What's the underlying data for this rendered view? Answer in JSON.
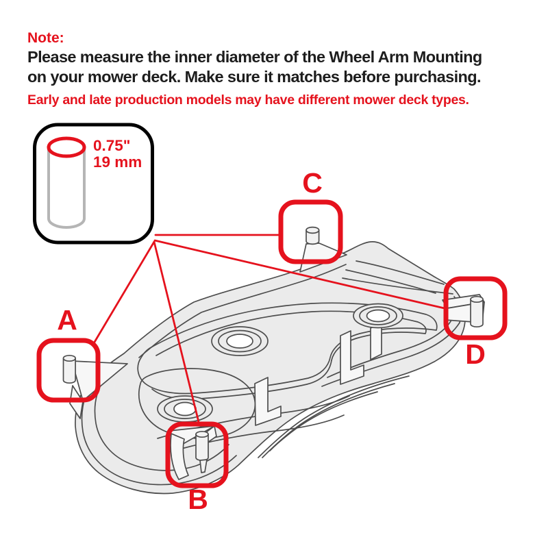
{
  "header": {
    "note_label": "Note:",
    "instruction_line1": "Please measure the inner diameter of the Wheel Arm Mounting",
    "instruction_line2": "on your mower deck. Make sure it matches before purchasing.",
    "warning": "Early and late production models may have different mower deck types."
  },
  "callout": {
    "diameter_inches": "0.75\"",
    "diameter_mm": "19 mm"
  },
  "mount_labels": {
    "a": "A",
    "b": "B",
    "c": "C",
    "d": "D"
  },
  "colors": {
    "accent_red": "#e5121d",
    "text_black": "#1d1d1d",
    "deck_fill": "#ebebeb",
    "deck_stroke": "#4d4d4d",
    "cylinder_gray": "#b5b5b5",
    "callout_border": "#000000",
    "background": "#ffffff"
  }
}
